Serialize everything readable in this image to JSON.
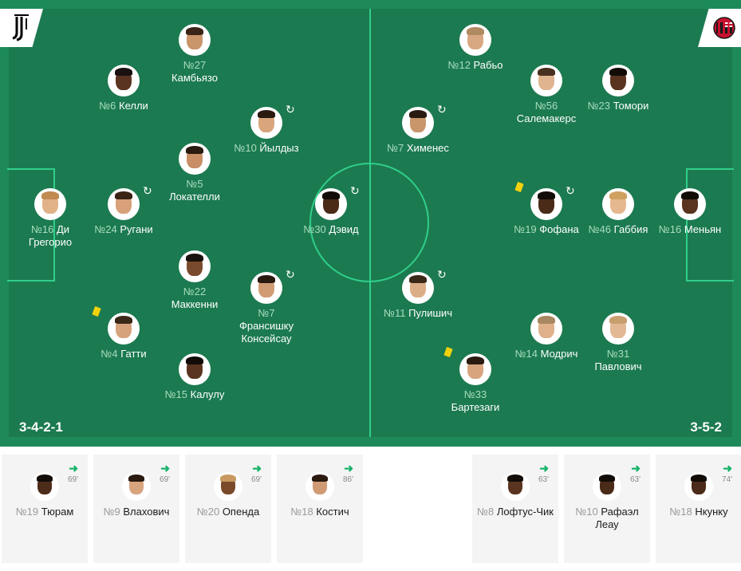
{
  "home": {
    "formation": "3-4-2-1",
    "colors": {
      "primary": "#000000"
    },
    "players": [
      {
        "num": "№27",
        "name": "Камбьязо",
        "layout": "stack",
        "skin": "#c9956b",
        "hair": "#3a2518"
      },
      {
        "num": "№6",
        "name": "Келли",
        "layout": "inline",
        "skin": "#5a3420",
        "hair": "#1a1210"
      },
      {
        "num": "№10",
        "name": "Йылдыз",
        "layout": "inline",
        "skin": "#d8a57c",
        "hair": "#2a1a10",
        "sub": true
      },
      {
        "num": "№5",
        "name": "Локателли",
        "layout": "stack",
        "skin": "#c98e66",
        "hair": "#2a1a10"
      },
      {
        "num": "№16",
        "name": "Ди Грегорио",
        "layout": "inline-wrap",
        "skin": "#e1b288",
        "hair": "#c08a50"
      },
      {
        "num": "№24",
        "name": "Ругани",
        "layout": "inline",
        "skin": "#d8a17a",
        "hair": "#3a2416",
        "sub": true
      },
      {
        "num": "№30",
        "name": "Дэвид",
        "layout": "inline",
        "skin": "#4a2a18",
        "hair": "#120c08",
        "sub": true
      },
      {
        "num": "№22",
        "name": "Маккенни",
        "layout": "stack",
        "skin": "#7a4a2c",
        "hair": "#1a120c"
      },
      {
        "num": "№7",
        "name": "Франсишку Консейсау",
        "layout": "stack",
        "skin": "#d19c74",
        "hair": "#2a1a10",
        "sub": true
      },
      {
        "num": "№4",
        "name": "Гатти",
        "layout": "inline",
        "skin": "#d6a27c",
        "hair": "#3a2818",
        "card": true
      },
      {
        "num": "№15",
        "name": "Калулу",
        "layout": "inline",
        "skin": "#5a3420",
        "hair": "#120c08"
      }
    ],
    "bench": [
      {
        "num": "№19",
        "name": "Тюрам",
        "minute": "69'",
        "skin": "#4e2c1a",
        "hair": "#120c08"
      },
      {
        "num": "№9",
        "name": "Влахович",
        "minute": "69'",
        "skin": "#d8a47e",
        "hair": "#2a1a10"
      },
      {
        "num": "№20",
        "name": "Опенда",
        "minute": "69'",
        "skin": "#7a4a2a",
        "hair": "#c89a60"
      },
      {
        "num": "№18",
        "name": "Костич",
        "minute": "86'",
        "skin": "#d09a74",
        "hair": "#2a1a10"
      }
    ]
  },
  "away": {
    "formation": "3-5-2",
    "colors": {
      "primary": "#c8102e"
    },
    "players": [
      {
        "num": "№12",
        "name": "Рабьо",
        "layout": "inline",
        "skin": "#d8a882",
        "hair": "#b08a60"
      },
      {
        "num": "№56",
        "name": "Салемакерс",
        "layout": "stack",
        "skin": "#e0b48e",
        "hair": "#4a3020"
      },
      {
        "num": "№23",
        "name": "Томори",
        "layout": "inline",
        "skin": "#5a3420",
        "hair": "#120c08"
      },
      {
        "num": "№7",
        "name": "Хименес",
        "layout": "inline",
        "skin": "#c9956b",
        "hair": "#2a1a10",
        "sub": true
      },
      {
        "num": "№19",
        "name": "Фофана",
        "layout": "inline",
        "skin": "#4a2a18",
        "hair": "#120c08",
        "sub": true,
        "card": true
      },
      {
        "num": "№46",
        "name": "Габбия",
        "layout": "inline",
        "skin": "#e6b890",
        "hair": "#d0a060"
      },
      {
        "num": "№16",
        "name": "Меньян",
        "layout": "inline",
        "skin": "#5a3420",
        "hair": "#120c08"
      },
      {
        "num": "№11",
        "name": "Пулишич",
        "layout": "inline",
        "skin": "#dcae88",
        "hair": "#3a2818",
        "sub": true
      },
      {
        "num": "№14",
        "name": "Модрич",
        "layout": "inline",
        "skin": "#e0b08a",
        "hair": "#a88860"
      },
      {
        "num": "№31",
        "name": "Павлович",
        "layout": "stack",
        "skin": "#e3b894",
        "hair": "#c8a070"
      },
      {
        "num": "№33",
        "name": "Бартезаги",
        "layout": "stack",
        "skin": "#d8a47e",
        "hair": "#2a1a10",
        "card": true
      }
    ],
    "bench": [
      {
        "num": "№8",
        "name": "Лофтус-Чик",
        "minute": "63'",
        "skin": "#5a3420",
        "hair": "#120c08"
      },
      {
        "num": "№10",
        "name": "Рафаэл Леау",
        "minute": "63'",
        "skin": "#4a2a18",
        "hair": "#120c08"
      },
      {
        "num": "№18",
        "name": "Нкунку",
        "minute": "74'",
        "skin": "#4a2a18",
        "hair": "#120c08"
      }
    ]
  },
  "icons": {
    "sub": "rotate-arrows-icon",
    "card": "yellow-card-icon",
    "in": "arrow-right-icon"
  },
  "colors": {
    "pitch": "#1c7a50",
    "lines": "#2fcf8a",
    "yellow_card": "#f2d20c",
    "sub_in": "#19b36b"
  }
}
